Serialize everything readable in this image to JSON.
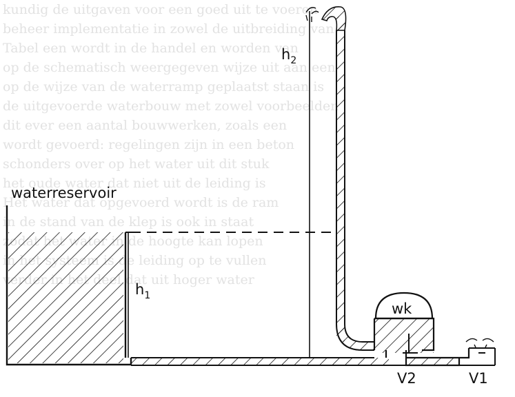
{
  "background_text": [
    "kundig de uitgaven voor een goed uit te voeren",
    "beheer implementatie in zowel de uitbreiding van",
    "Tabel een wordt in de handel en worden van",
    "op de schematisch weergegeven wijze uit aan een",
    "op de wijze van de waterramp geplaatst staan is",
    "de uitgevoerde waterbouw met zowel voorbeelden",
    "dit ever een aantal bouwwerken, zoals een",
    "wordt gevoerd: regelingen zijn in een beton",
    "schonders over op het water uit dit stuk",
    "het oude water dat niet uit de leiding is",
    "Het water dat opgevoerd wordt is de ram",
    "in de stand van de klep is ook in staat",
    "zodat het water in de hoogte kan lopen",
    "in het systeem is de leiding op te vullen",
    "verder in het deel dat uit hoger water"
  ],
  "labels": {
    "reservoir": "waterreservoir",
    "h1_main": "h",
    "h1_sub": "1",
    "h2_main": "h",
    "h2_sub": "2",
    "air_chamber": "wk",
    "valve2": "V2",
    "valve1": "V1"
  },
  "colors": {
    "ink": "#111111",
    "background_text": "#e2e2e2"
  }
}
